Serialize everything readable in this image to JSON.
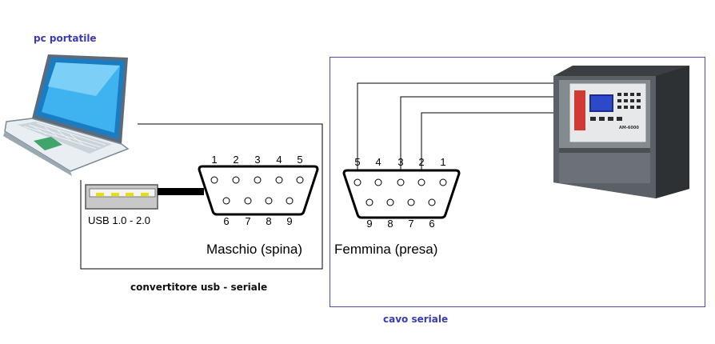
{
  "labels": {
    "pc": "pc portatile",
    "converter": "convertitore usb - seriale",
    "cable": "cavo seriale",
    "usb": "USB 1.0 - 2.0",
    "male": "Maschio (spina)",
    "female": "Femmina (presa)"
  },
  "male_pins_top": [
    "1",
    "2",
    "3",
    "4",
    "5"
  ],
  "male_pins_bottom": [
    "6",
    "7",
    "8",
    "9"
  ],
  "female_pins_top": [
    "5",
    "4",
    "3",
    "2",
    "1"
  ],
  "female_pins_bottom": [
    "9",
    "8",
    "7",
    "6"
  ],
  "panel_brand": "AM-6000",
  "colors": {
    "label_blue": "#3a3ab8",
    "box_border": "#4b4bb0",
    "line": "#000000"
  }
}
